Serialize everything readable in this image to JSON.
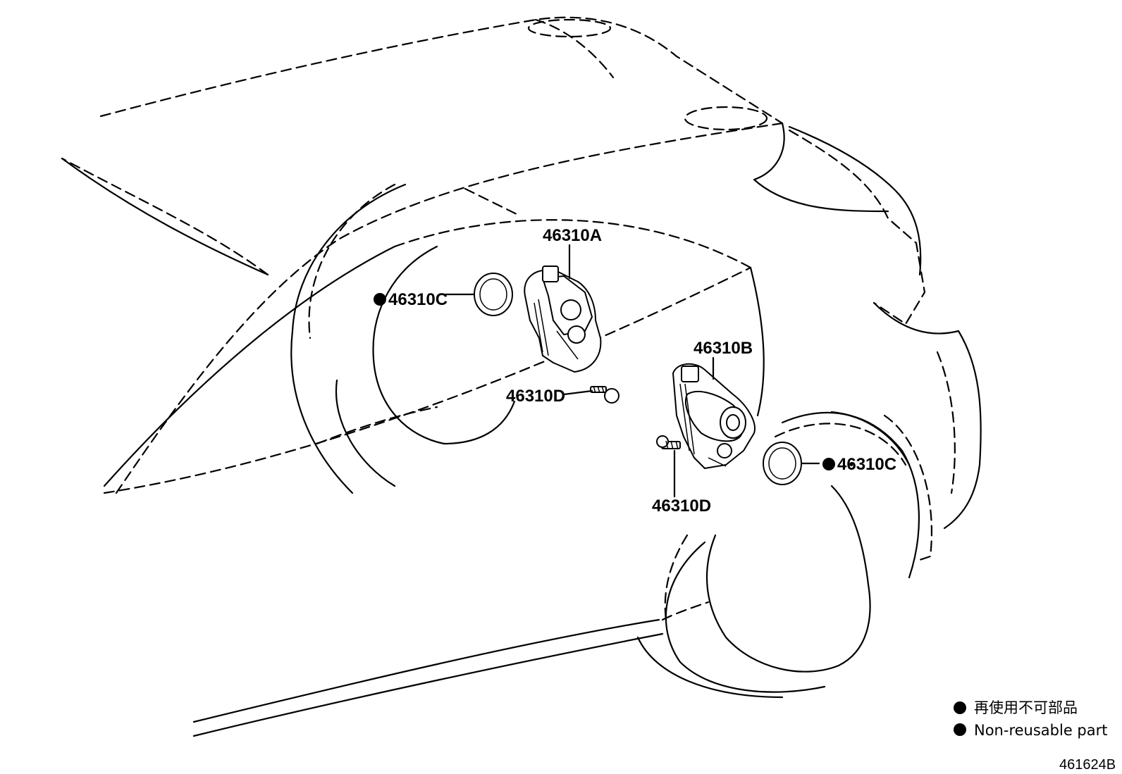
{
  "callouts": {
    "a": "46310A",
    "b": "46310B",
    "c_left": "46310C",
    "c_right": "46310C",
    "d_upper": "46310D",
    "d_lower": "46310D"
  },
  "legend": {
    "line1": "再使用不可部品",
    "line2": "Non-reusable part",
    "marker_icon": "filled-circle"
  },
  "figure_code": "461624B",
  "colors": {
    "ink": "#000000",
    "background": "#ffffff"
  }
}
